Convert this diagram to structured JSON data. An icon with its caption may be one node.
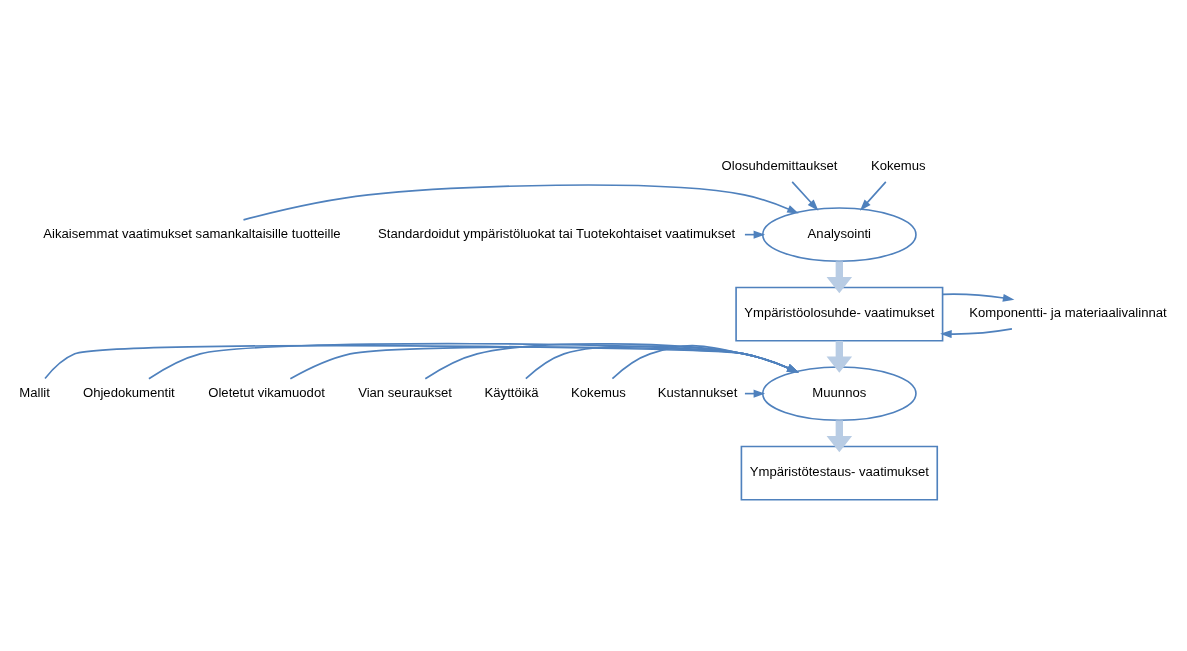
{
  "diagram": {
    "nodes": [
      {
        "text": [
          "Olosuhdemittaukset"
        ]
      },
      {
        "text": [
          "Kokemus"
        ]
      },
      {
        "text": [
          "Aikaisemmat vaatimukset samankaltaisille tuotteille"
        ]
      },
      {
        "text": [
          "Analysointi"
        ]
      },
      {
        "text": [
          "Standardoidut ympäristöluokat tai Tuotekohtaiset vaatimukset"
        ]
      },
      {
        "text": [
          "Komponentti- ja materiaalivalinnat"
        ]
      },
      {
        "text": [
          "Ympäristöolosuhde- vaatimukset"
        ]
      },
      {
        "text": [
          "Mallit"
        ]
      },
      {
        "text": [
          "Ohjedokumentit"
        ]
      },
      {
        "text": [
          "Oletetut vikamuodot"
        ]
      },
      {
        "text": [
          "Muunnos"
        ]
      },
      {
        "text": [
          "Vian seuraukset"
        ]
      },
      {
        "text": [
          "Käyttöikä"
        ]
      },
      {
        "text": [
          "Kokemus"
        ]
      },
      {
        "text": [
          "Kustannukset"
        ]
      },
      {
        "text": [
          "Ympäristötestaus- vaatimukset"
        ]
      }
    ],
    "edges": [
      {
        "from": 0,
        "to": 3,
        "arrow": "to"
      },
      {
        "from": 1,
        "to": 3,
        "arrow": "to"
      },
      {
        "from": 2,
        "to": 3,
        "arrow": "to"
      },
      {
        "from": 4,
        "to": 3,
        "arrow": "to"
      },
      {
        "from": 3,
        "to": 6,
        "arrow": "to",
        "style": "thick",
        "color": "#b8cce4"
      },
      {
        "from": 5,
        "to": 6,
        "arrow": "to"
      },
      {
        "from": 6,
        "to": 5,
        "arrow": "to"
      },
      {
        "from": 6,
        "to": 10,
        "arrow": "to",
        "style": "thick",
        "color": "#b8cce4"
      },
      {
        "from": 7,
        "to": 10,
        "arrow": "to"
      },
      {
        "from": 8,
        "to": 10,
        "arrow": "to"
      },
      {
        "from": 9,
        "to": 10,
        "arrow": "to"
      },
      {
        "from": 11,
        "to": 10,
        "arrow": "to"
      },
      {
        "from": 12,
        "to": 10,
        "arrow": "to"
      },
      {
        "from": 13,
        "to": 10,
        "arrow": "to"
      },
      {
        "from": 14,
        "to": 10,
        "arrow": "to"
      },
      {
        "from": 10,
        "to": 15,
        "arrow": "to",
        "style": "thick",
        "color": "#b8cce4"
      }
    ]
  }
}
